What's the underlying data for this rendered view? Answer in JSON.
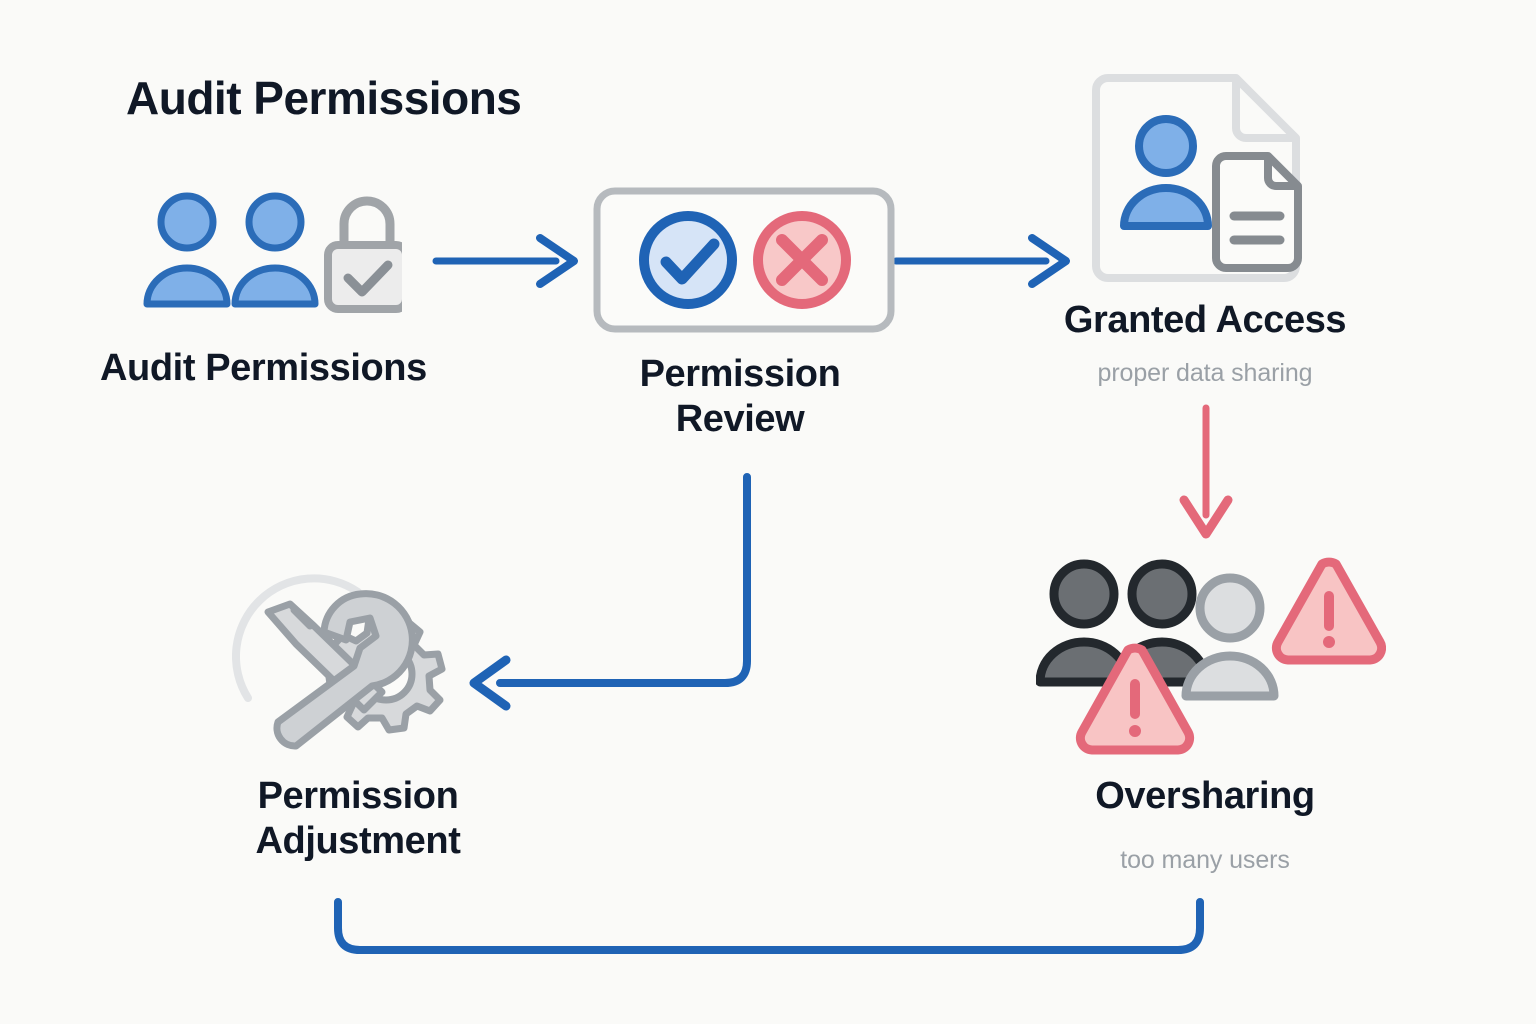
{
  "page": {
    "title": "Audit Permissions",
    "background_color": "#FAFAF8"
  },
  "colors": {
    "text_primary": "#101826",
    "text_secondary": "#9AA0A6",
    "accent_blue": "#1F63B5",
    "people_blue_fill": "#7FB0E8",
    "people_blue_stroke": "#2B6CB8",
    "gray_stroke": "#A0A4A8",
    "gray_fill": "#ECECEC",
    "danger_red_stroke": "#E4697A",
    "danger_red_fill": "#F8C4C4",
    "dark_person_fill": "#6B6F73",
    "dark_person_stroke": "#23282D",
    "light_person_fill": "#DCDEE0",
    "light_person_stroke": "#9AA0A6"
  },
  "nodes": [
    {
      "id": "audit-permissions",
      "label": "Audit Permissions",
      "sublabel": "",
      "icon": "users-lock-icon"
    },
    {
      "id": "permission-review",
      "label": "Permission\nReview",
      "sublabel": "",
      "icon": "approve-reject-icon"
    },
    {
      "id": "granted-access",
      "label": "Granted Access",
      "sublabel": "proper data sharing",
      "icon": "user-document-icon"
    },
    {
      "id": "oversharing",
      "label": "Oversharing",
      "sublabel": "too many users",
      "icon": "users-warning-icon"
    },
    {
      "id": "permission-adjustment",
      "label": "Permission\nAdjustment",
      "sublabel": "",
      "icon": "wrench-gear-icon"
    }
  ],
  "connectors": [
    {
      "id": "audit-to-review",
      "from": "audit-permissions",
      "to": "permission-review",
      "color": "#1F63B5",
      "style": "straight-arrow",
      "direction": "right"
    },
    {
      "id": "review-to-granted",
      "from": "permission-review",
      "to": "granted-access",
      "color": "#1F63B5",
      "style": "straight-arrow",
      "direction": "right"
    },
    {
      "id": "granted-to-oversharing",
      "from": "granted-access",
      "to": "oversharing",
      "color": "#E4697A",
      "style": "straight-arrow",
      "direction": "down"
    },
    {
      "id": "review-to-adjustment",
      "from": "permission-review",
      "to": "permission-adjustment",
      "color": "#1F63B5",
      "style": "elbow-arrow",
      "direction": "left"
    },
    {
      "id": "adjustment-to-oversharing-loop",
      "from": "permission-adjustment",
      "to": "oversharing",
      "color": "#1F63B5",
      "style": "u-loop",
      "direction": "none"
    }
  ]
}
